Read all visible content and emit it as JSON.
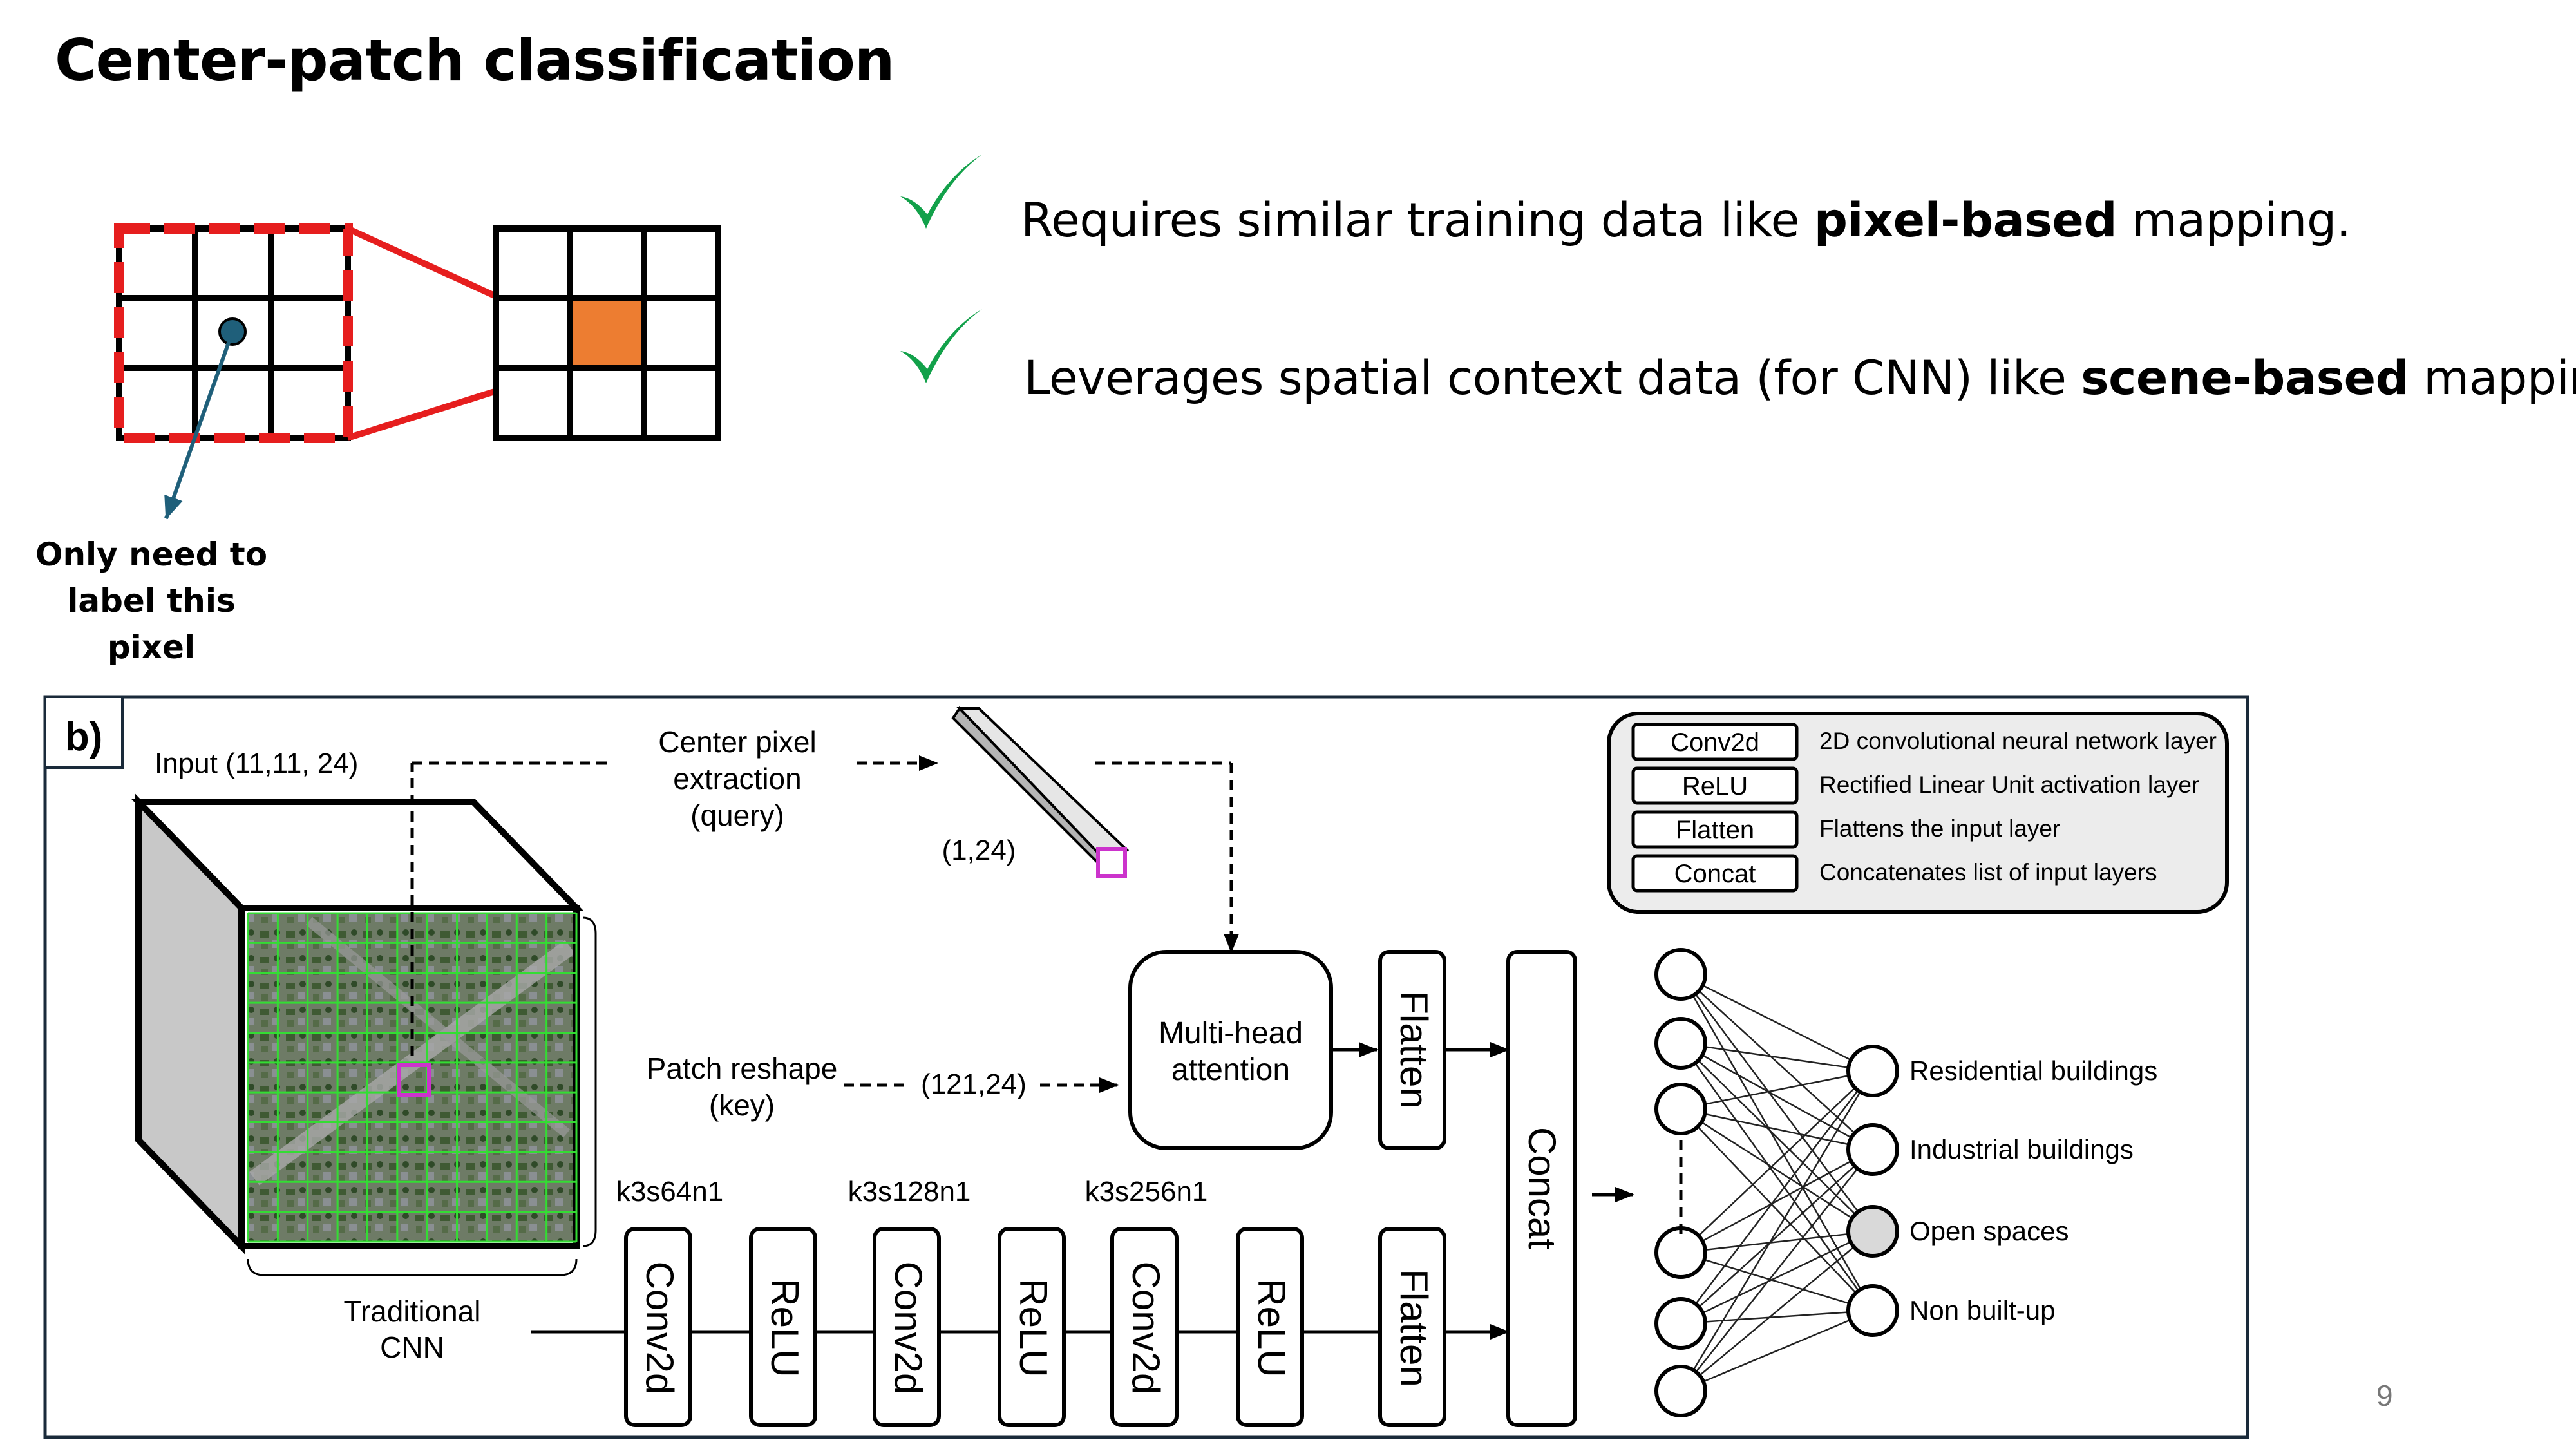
{
  "slide": {
    "title": "Center-patch classification",
    "page_number": "9",
    "callout": {
      "line1": "Only need to",
      "line2": "label this pixel"
    },
    "bullets": [
      {
        "prefix": "Requires  similar training data like ",
        "bold": "pixel-based",
        "suffix": " mapping."
      },
      {
        "prefix": "Leverages spatial context data (for CNN) like ",
        "bold": "scene-based",
        "suffix": " mapping."
      }
    ]
  },
  "diagram": {
    "panel_label": "b)",
    "input_label": "Input (11,11, 24)",
    "center_pixel": {
      "line1": "Center pixel",
      "line2": "extraction",
      "line3": "(query)"
    },
    "query_shape": "(1,24)",
    "patch_reshape": {
      "line1": "Patch reshape",
      "line2": "(key)"
    },
    "key_shape": "(121,24)",
    "attention": {
      "line1": "Multi-head",
      "line2": "attention"
    },
    "flatten": "Flatten",
    "concat": "Concat",
    "traditional_cnn": {
      "line1": "Traditional",
      "line2": "CNN"
    },
    "kernel_labels": [
      "k3s64n1",
      "k3s128n1",
      "k3s256n1"
    ],
    "cnn_layers": [
      "Conv2d",
      "ReLU",
      "Conv2d",
      "ReLU",
      "Conv2d",
      "ReLU"
    ],
    "legend": [
      {
        "name": "Conv2d",
        "desc": "2D convolutional neural network layer"
      },
      {
        "name": "ReLU",
        "desc": "Rectified Linear Unit activation layer"
      },
      {
        "name": "Flatten",
        "desc": "Flattens the input layer"
      },
      {
        "name": "Concat",
        "desc": "Concatenates list of input layers"
      }
    ],
    "outputs": [
      "Residential buildings",
      "Industrial buildings",
      "Open spaces",
      "Non built-up"
    ]
  },
  "colors": {
    "grid_red": "#e61e1e",
    "center_orange": "#ed7d31",
    "check_green": "#12a14a",
    "arrow_teal": "#1f5f7a",
    "patch_grid": "#33dd33",
    "highlight_magenta": "#cc33cc",
    "legend_bg": "#ececec",
    "open_space_fill": "#d9d9d9"
  },
  "icons": [
    "checkmark-icon"
  ]
}
